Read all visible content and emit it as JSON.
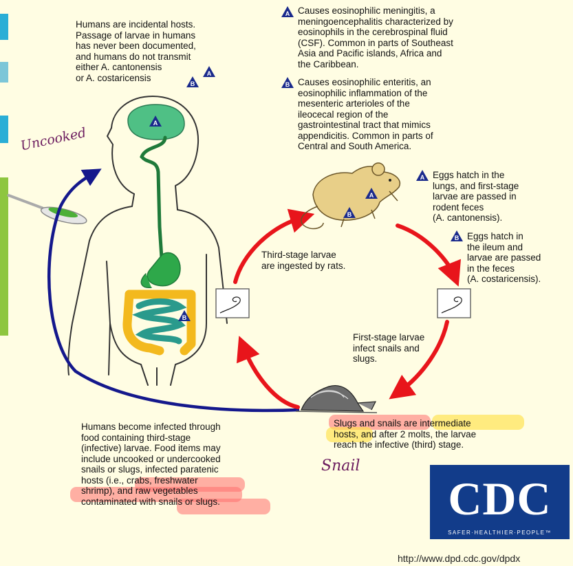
{
  "texts": {
    "human_hosts": "Humans are incidental hosts.\nPassage of larvae in humans\nhas never been documented,\nand humans do not transmit\neither A. cantonensis\nor A. costaricensis",
    "meningitis": "Causes eosinophilic meningitis, a\nmeningoencephalitis characterized by\neosinophils in the cerebrospinal fluid\n(CSF).  Common in parts of Southeast\nAsia and Pacific islands, Africa and\nthe Caribbean.",
    "enteritis": "Causes eosinophilic enteritis, an\neosinophilic inflammation of the\nmesenteric arterioles of the\nileocecal region of the\ngastrointestinal tract that mimics\nappendicitis.  Common in parts of\nCentral and South America.",
    "eggs_lungs": "Eggs hatch in the\nlungs, and first-stage\nlarvae are passed in\nrodent feces\n(A. cantonensis).",
    "eggs_ileum": "Eggs hatch in\nthe ileum and\nlarvae are passed\nin the feces\n(A. costaricensis).",
    "third_stage": "Third-stage larvae\nare ingested by rats.",
    "first_stage": "First-stage larvae\ninfect snails and\nslugs.",
    "intermediate": "Slugs and snails are intermediate\nhosts, and after 2 molts, the larvae\nreach the infective (third) stage.",
    "infected": "Humans become infected through\nfood containing third-stage\n(infective) larvae.  Food items may\ninclude uncooked or undercooked\nsnails or slugs, infected paratenic\nhosts (i.e., crabs, freshwater\nshrimp), and raw vegetables\ncontaminated with snails or slugs."
  },
  "badges": {
    "a": "A",
    "b": "B"
  },
  "handwritten": {
    "uncooked": "Uncooked",
    "snail": "Snail"
  },
  "logo": {
    "letters": "CDC",
    "tagline": "SAFER·HEALTHIER·PEOPLE™"
  },
  "source_url": "http://www.dpd.cdc.gov/dpdx",
  "colors": {
    "background": "#fffde3",
    "cycle_arrow": "#e8151b",
    "human_arrow": "#14188c",
    "badge": "#1a2a8c",
    "highlight_red": "#ff6f6f",
    "highlight_yellow": "#ffe24a",
    "cdc_blue": "#123c8a"
  }
}
